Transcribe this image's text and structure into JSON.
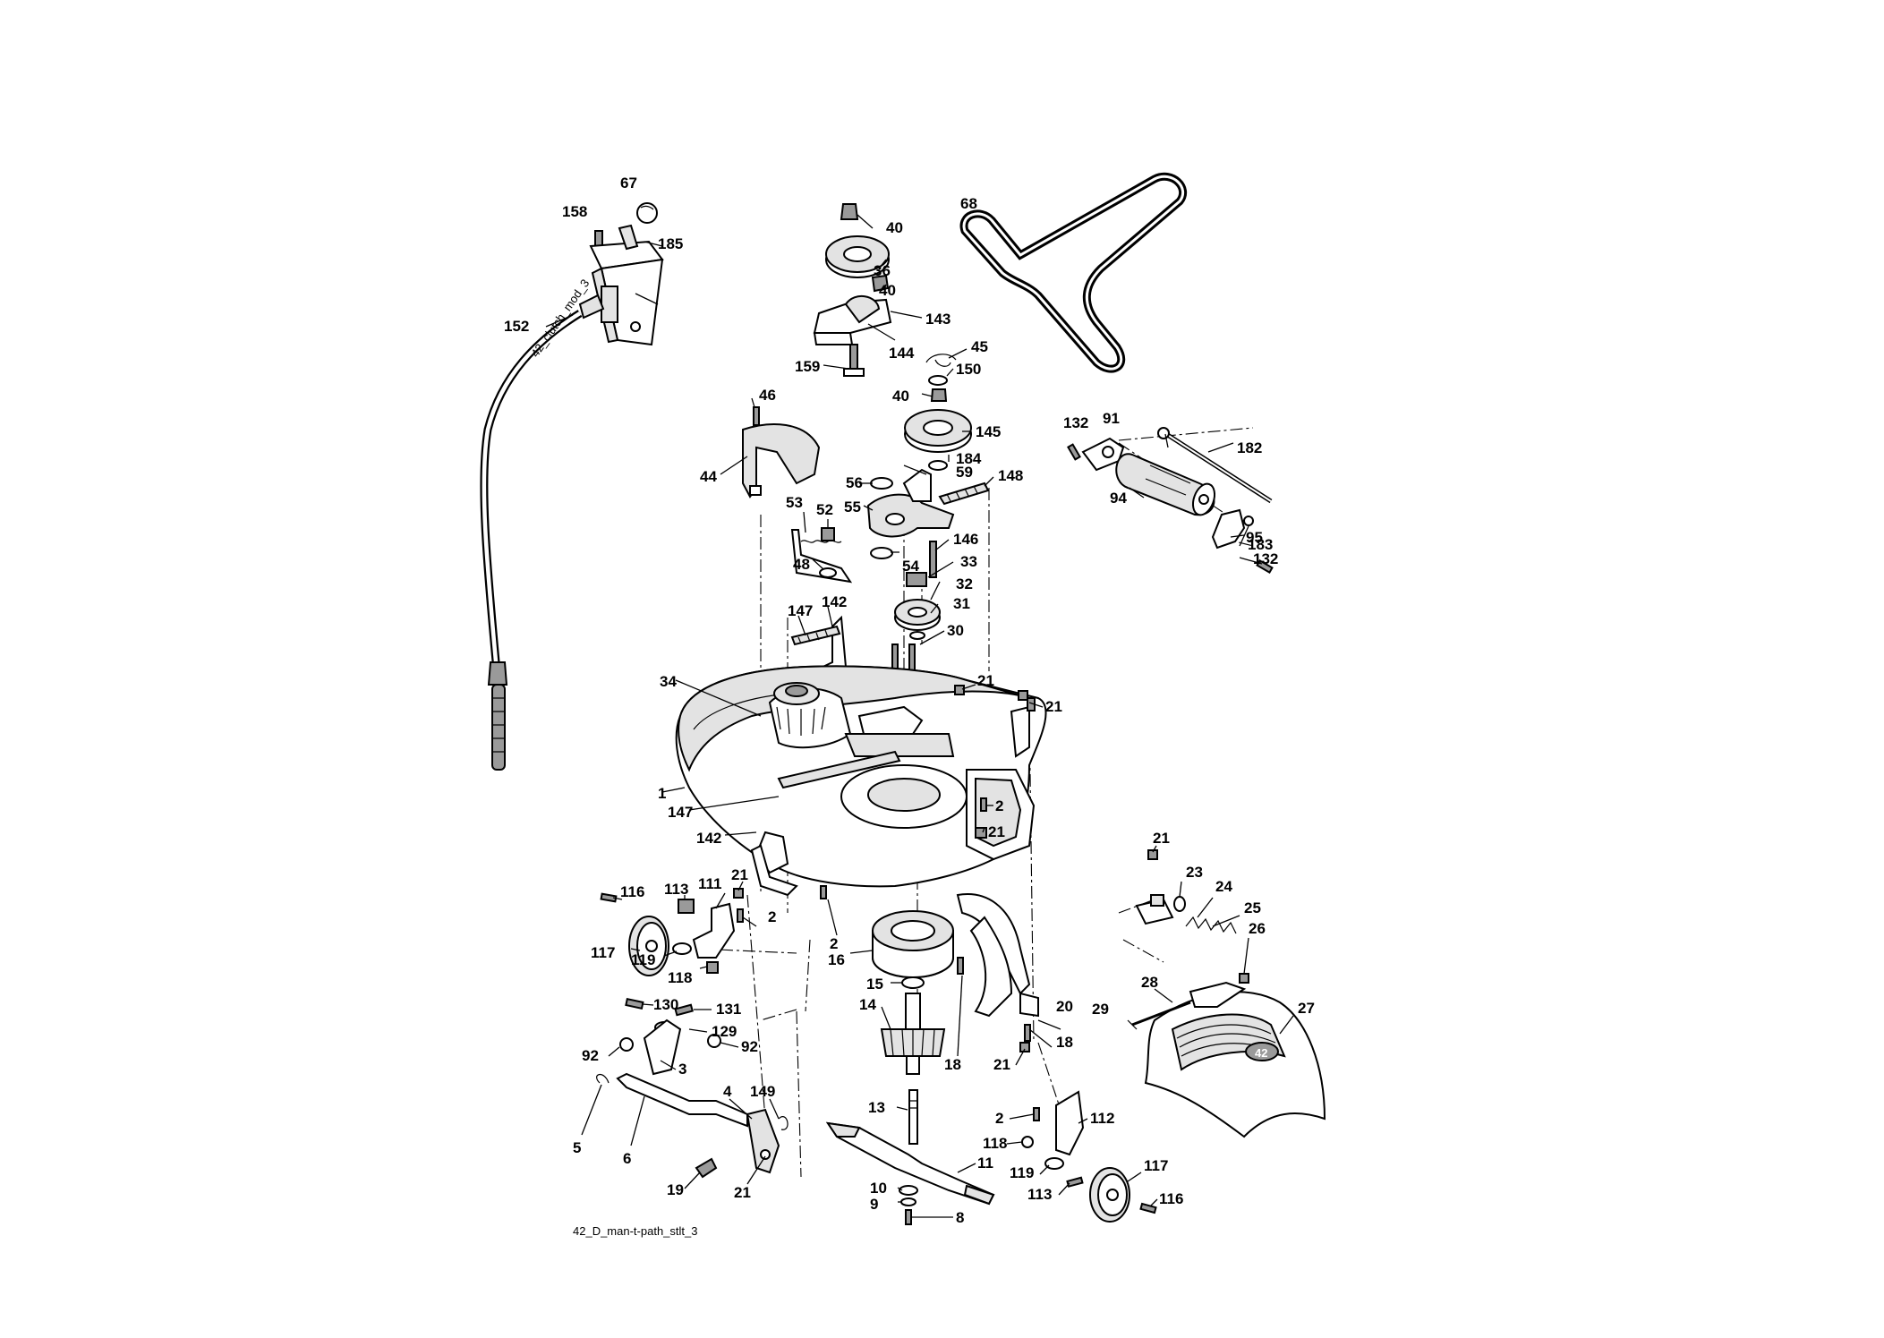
{
  "diagram": {
    "caption": "42_D_man-t-path_stlt_3",
    "part_numbers": [
      "1",
      "2",
      "3",
      "4",
      "5",
      "6",
      "8",
      "9",
      "10",
      "11",
      "13",
      "14",
      "15",
      "16",
      "18",
      "19",
      "20",
      "21",
      "23",
      "24",
      "25",
      "26",
      "27",
      "28",
      "29",
      "30",
      "31",
      "32",
      "33",
      "34",
      "36",
      "40",
      "44",
      "45",
      "46",
      "48",
      "52",
      "53",
      "54",
      "55",
      "56",
      "59",
      "67",
      "68",
      "91",
      "92",
      "94",
      "95",
      "111",
      "112",
      "113",
      "116",
      "117",
      "118",
      "119",
      "129",
      "130",
      "131",
      "132",
      "142",
      "143",
      "144",
      "145",
      "146",
      "147",
      "148",
      "149",
      "150",
      "152",
      "158",
      "159",
      "182",
      "183",
      "184",
      "185"
    ],
    "stamped_text": {
      "cable_marking": "42_clutch_mod_3",
      "cover_badge": "42"
    }
  }
}
